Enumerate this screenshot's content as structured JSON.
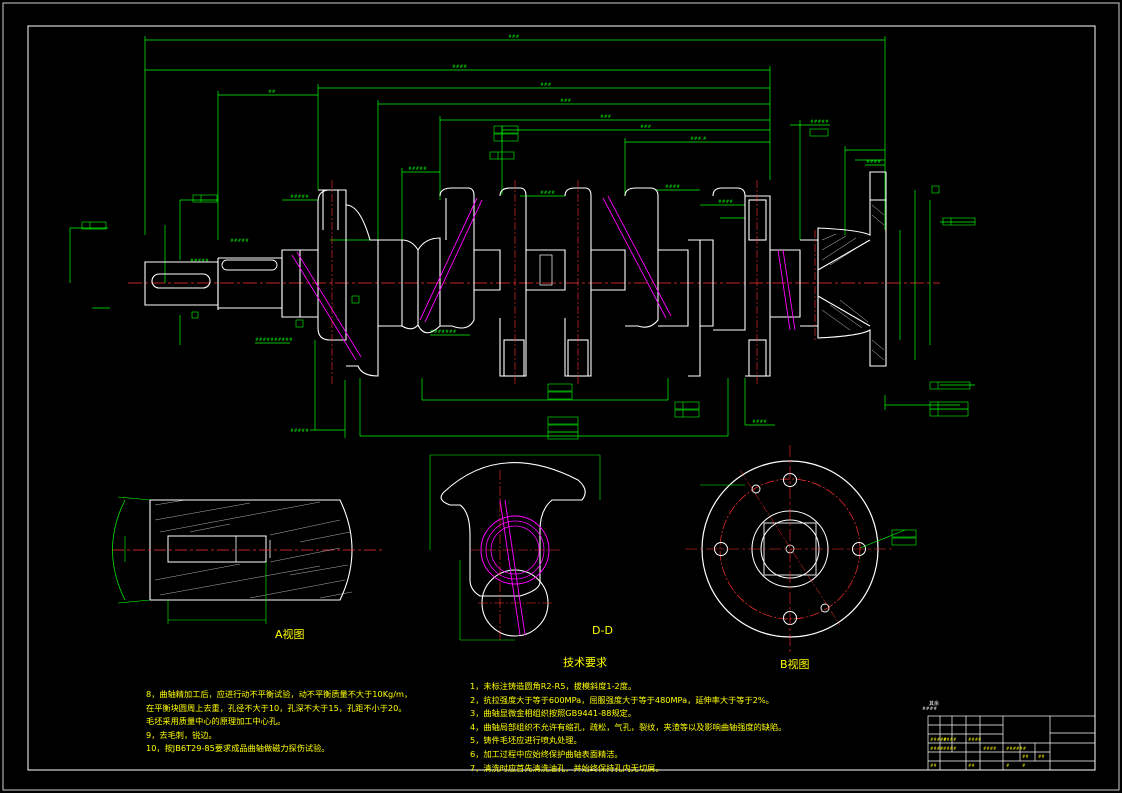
{
  "drawing": {
    "colors": {
      "background": "#000000",
      "outline": "#ffffff",
      "dimension": "#00ff00",
      "centerline": "#ff0000",
      "oil_hole": "#ff00ff",
      "text": "#ffff00"
    },
    "view_labels": {
      "a_view": "A视图",
      "section_dd": "D-D",
      "b_view": "B视图"
    },
    "technical_requirements": {
      "heading": "技术要求",
      "left_items": [
        "8，曲轴精加工后，应进行动不平衡试验，动不平衡质量不大于10Kg/m，",
        "在平衡块圆周上去重，孔径不大于10，孔深不大于15，孔距不小于20。",
        "毛坯采用质量中心的原理加工中心孔。",
        "9，去毛刺，锐边。",
        "10，按JB6T29-85要求成品曲轴做磁力探伤试验。"
      ],
      "right_items": [
        "1，未标注铸造圆角R2-R5，拔模斜度1-2度。",
        "2，抗拉强度大于等于600MPa，屈服强度大于等于480MPa，延伸率大于等于2%。",
        "3，曲轴显微金相组织按照GB9441-88规定。",
        "4，曲轴局部组织不允许有缩孔，疏松，气孔，裂纹，夹渣等以及影响曲轴强度的缺陷。",
        "5，铸件毛坯应进行喷丸处理。",
        "6，加工过程中应始终保护曲轴表面精洁。",
        "7，清洗时应首先清洗油孔，并始终保持孔内无切屑。"
      ]
    },
    "roughness_note": "其余"
  }
}
